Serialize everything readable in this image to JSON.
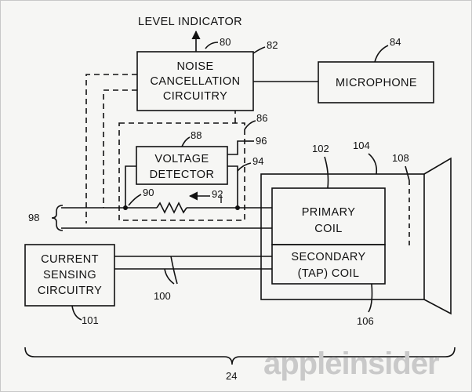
{
  "labels": {
    "level_indicator": "LEVEL INDICATOR",
    "noise_cancellation": [
      "NOISE",
      "CANCELLATION",
      "CIRCUITRY"
    ],
    "microphone": "MICROPHONE",
    "voltage_detector": [
      "VOLTAGE",
      "DETECTOR"
    ],
    "primary_coil": [
      "PRIMARY",
      "COIL"
    ],
    "secondary_coil": [
      "SECONDARY",
      "(TAP) COIL"
    ],
    "current_sensing": [
      "CURRENT",
      "SENSING",
      "CIRCUITRY"
    ],
    "current_symbol": "I"
  },
  "refs": {
    "r80": "80",
    "r82": "82",
    "r84": "84",
    "r86": "86",
    "r88": "88",
    "r90": "90",
    "r92": "92",
    "r94": "94",
    "r96": "96",
    "r98": "98",
    "r100": "100",
    "r101": "101",
    "r102": "102",
    "r104": "104",
    "r106": "106",
    "r108": "108",
    "r24": "24"
  },
  "watermark": "appleinsider",
  "colors": {
    "ink": "#111111",
    "paper": "#f6f6f4",
    "watermark": "#c9c9c9"
  }
}
